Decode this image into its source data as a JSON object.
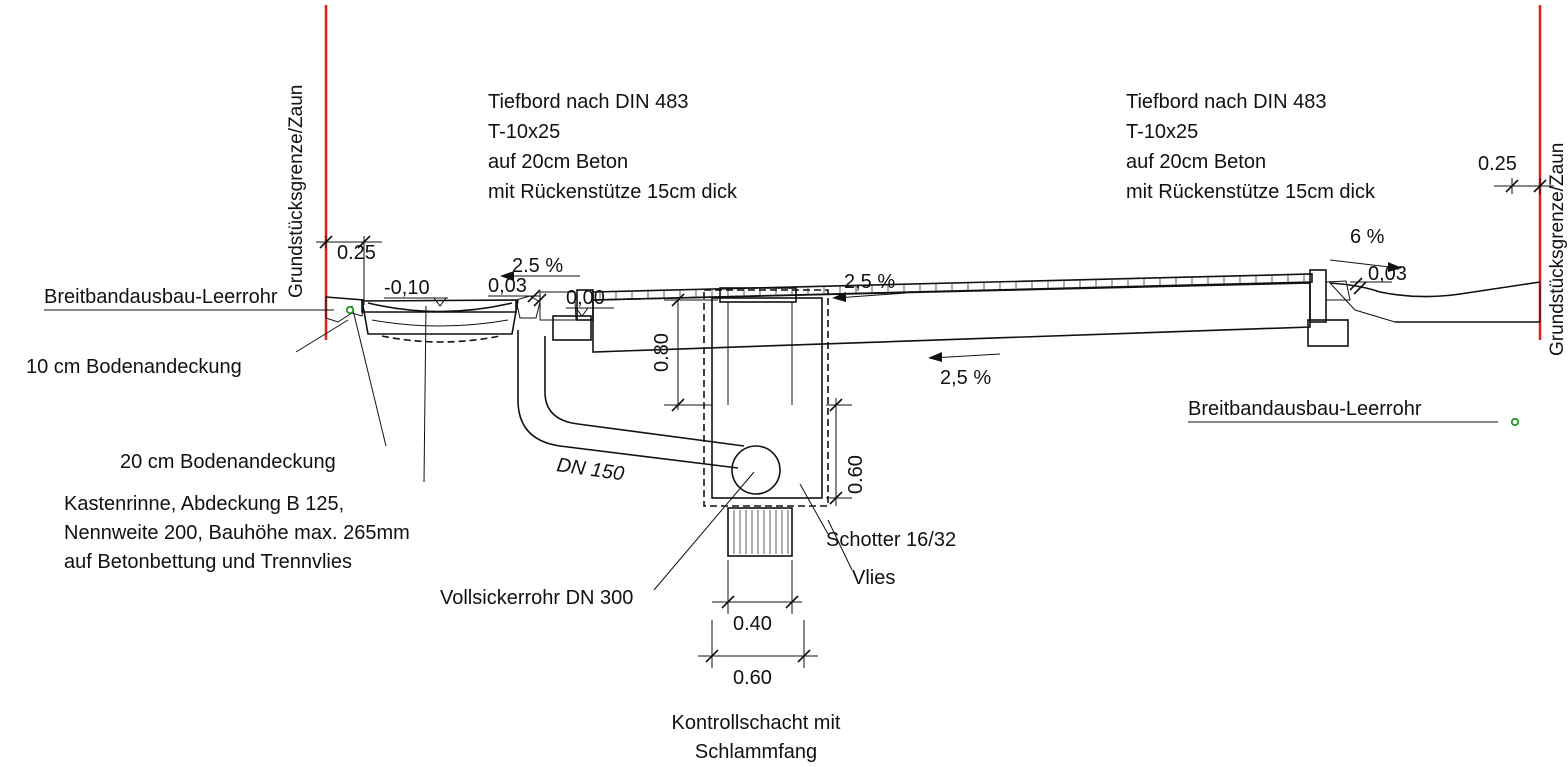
{
  "labels": {
    "property_left": "Grundstücksgrenze/Zaun",
    "property_right": "Grundstücksgrenze/Zaun",
    "curb_left": [
      "Tiefbord nach DIN 483",
      "T-10x25",
      "auf 20cm Beton",
      "mit Rückenstütze 15cm dick"
    ],
    "curb_right": [
      "Tiefbord nach DIN 483",
      "T-10x25",
      "auf 20cm Beton",
      "mit Rückenstütze 15cm dick"
    ],
    "dim_025_left": "0.25",
    "dim_025_right": "0.25",
    "elev_minus010": "-0,10",
    "elev_003_left": "0,03",
    "elev_000": "0,00",
    "elev_003_right": "0,03",
    "slope_25_left": "2.5 %",
    "slope_25_top": "2,5 %",
    "slope_25_bottom": "2,5 %",
    "slope_6": "6 %",
    "dim_080": "0.80",
    "dim_060_vert": "0.60",
    "dim_040": "0.40",
    "dim_060_horiz": "0.60",
    "soil_10": "10 cm Bodenandeckung",
    "soil_20": "20 cm Bodenandeckung",
    "broadband_left": "Breitbandausbau-Leerrohr",
    "broadband_right": "Breitbandausbau-Leerrohr",
    "box_channel": [
      "Kastenrinne,  Abdeckung B 125,",
      "Nennweite 200, Bauhöhe max. 265mm",
      "auf Betonbettung und Trennvlies"
    ],
    "dn150": "DN 150",
    "drain_pipe": "Vollsickerrohr DN 300",
    "gravel": "Schotter 16/32",
    "fleece": "Vlies",
    "manhole": [
      "Kontrollschacht mit",
      "Schlammfang"
    ]
  },
  "colors": {
    "property_line": "#e02020",
    "conduit_marker": "#1a9a1a",
    "line": "#111111"
  }
}
